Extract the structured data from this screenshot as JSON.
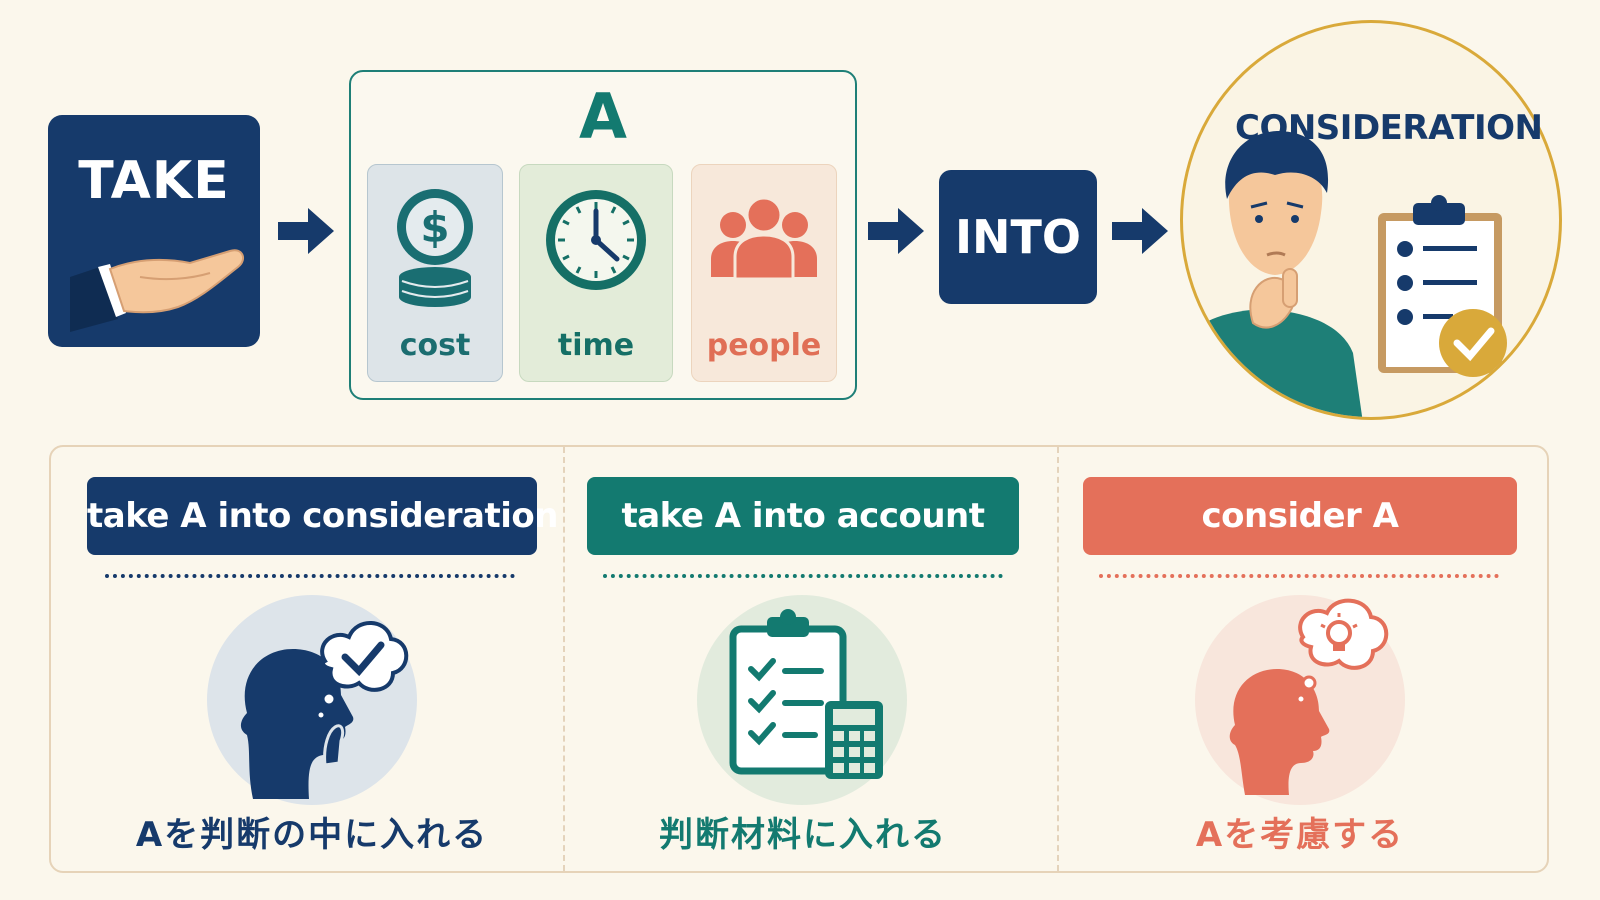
{
  "top_flow": {
    "take": "TAKE",
    "a": "A",
    "examples": [
      {
        "label": "cost",
        "icon": "coin-stack-icon"
      },
      {
        "label": "time",
        "icon": "clock-icon"
      },
      {
        "label": "people",
        "icon": "people-group-icon"
      }
    ],
    "into": "INTO",
    "consideration": "CONSIDERATION"
  },
  "expressions": [
    {
      "phrase": "take A into consideration",
      "meaning": "Aを判断の中に入れる",
      "color": "#163a6b",
      "icon": "thinking-head-check-icon"
    },
    {
      "phrase": "take A into account",
      "meaning": "判断材料に入れる",
      "color": "#137a70",
      "icon": "checklist-calculator-icon"
    },
    {
      "phrase": "consider A",
      "meaning": "Aを考慮する",
      "color": "#e4705a",
      "icon": "head-lightbulb-icon"
    }
  ]
}
